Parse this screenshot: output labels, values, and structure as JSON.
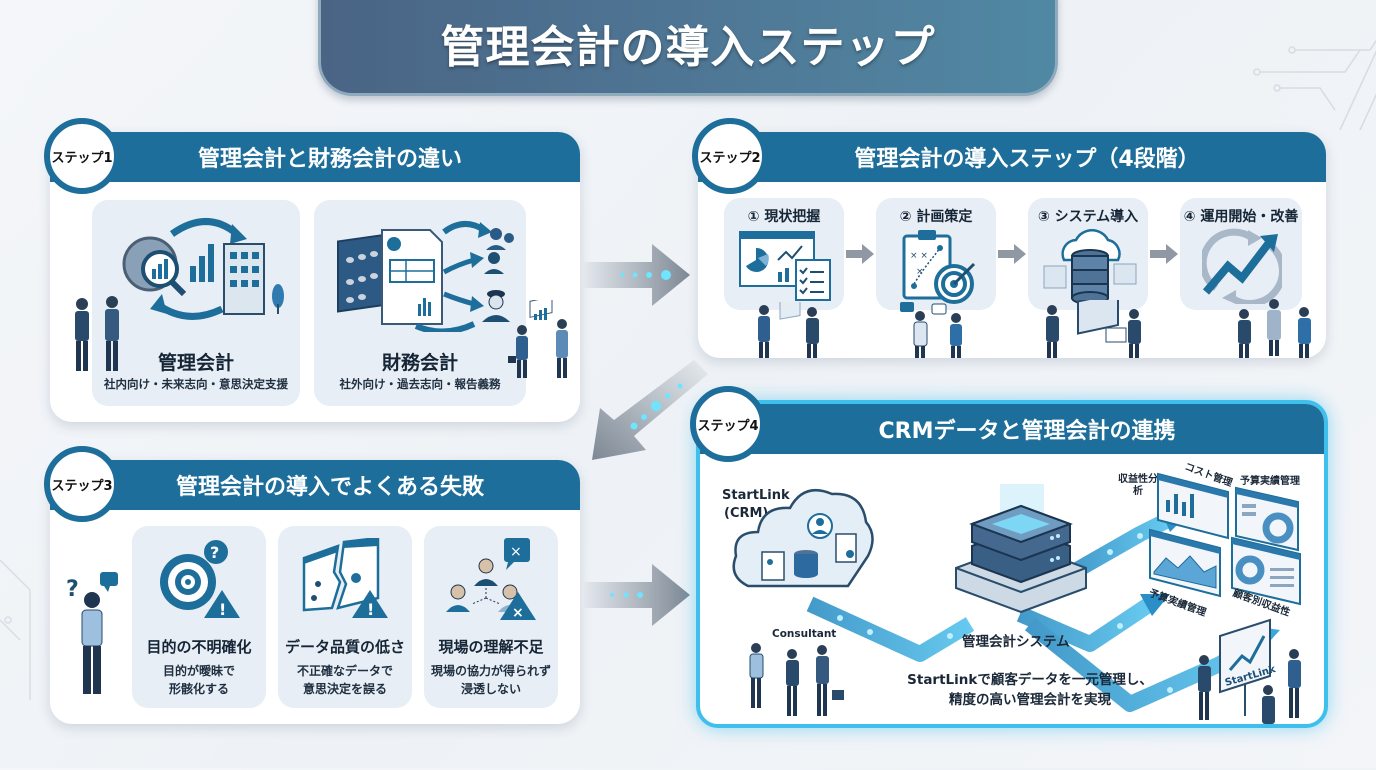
{
  "title": "管理会計の導入ステップ",
  "colors": {
    "header_blue": "#1d6e9a",
    "title_bg": "#4f7896",
    "glow_cyan": "#3fc0ec",
    "card_bg": "#e8eef5"
  },
  "step1": {
    "badge": "ステップ1",
    "heading": "管理会計と財務会計の違い",
    "cards": [
      {
        "title": "管理会計",
        "subtitle": "社内向け・未来志向・意思決定支援",
        "icons": [
          "gear-icon",
          "magnifier-icon",
          "bar-chart-icon",
          "building-icon",
          "cycle-arrows-icon",
          "business-people-icon"
        ]
      },
      {
        "title": "財務会計",
        "subtitle": "社外向け・過去志向・報告義務",
        "icons": [
          "abacus-icon",
          "report-document-icon",
          "stakeholders-icon",
          "official-icon",
          "presentation-people-icon"
        ]
      }
    ]
  },
  "step2": {
    "badge": "ステップ2",
    "heading": "管理会計の導入ステップ（4段階）",
    "stages": [
      {
        "label": "① 現状把握",
        "icon": "dashboard-checklist-icon"
      },
      {
        "label": "② 計画策定",
        "icon": "clipboard-target-icon"
      },
      {
        "label": "③ システム導入",
        "icon": "cloud-database-icon"
      },
      {
        "label": "④ 運用開始・改善",
        "icon": "growth-cycle-icon"
      }
    ]
  },
  "step3": {
    "badge": "ステップ3",
    "heading": "管理会計の導入でよくある失敗",
    "cards": [
      {
        "title": "目的の不明確化",
        "subtitle_lines": [
          "目的が曖昧で",
          "形骸化する"
        ],
        "icon": "target-question-icon"
      },
      {
        "title": "データ品質の低さ",
        "subtitle_lines": [
          "不正確なデータで",
          "意思決定を誤る"
        ],
        "icon": "broken-data-icon"
      },
      {
        "title": "現場の理解不足",
        "subtitle_lines": [
          "現場の協力が得られず",
          "浸透しない"
        ],
        "icon": "team-disconnect-icon"
      }
    ]
  },
  "step4": {
    "badge": "ステップ4",
    "heading": "CRMデータと管理会計の連携",
    "crm_label": [
      "StartLink",
      "(CRM)"
    ],
    "consultant_label": "Consultant",
    "system_label": "管理会計システム",
    "dashboards": [
      "収益性分析",
      "コスト管理",
      "予算実績管理",
      "予算実績管理",
      "顧客別収益性"
    ],
    "caption_lines": [
      "StartLinkで顧客データを一元管理し、",
      "精度の高い管理会計を実現"
    ],
    "board_text": "StartLink"
  }
}
